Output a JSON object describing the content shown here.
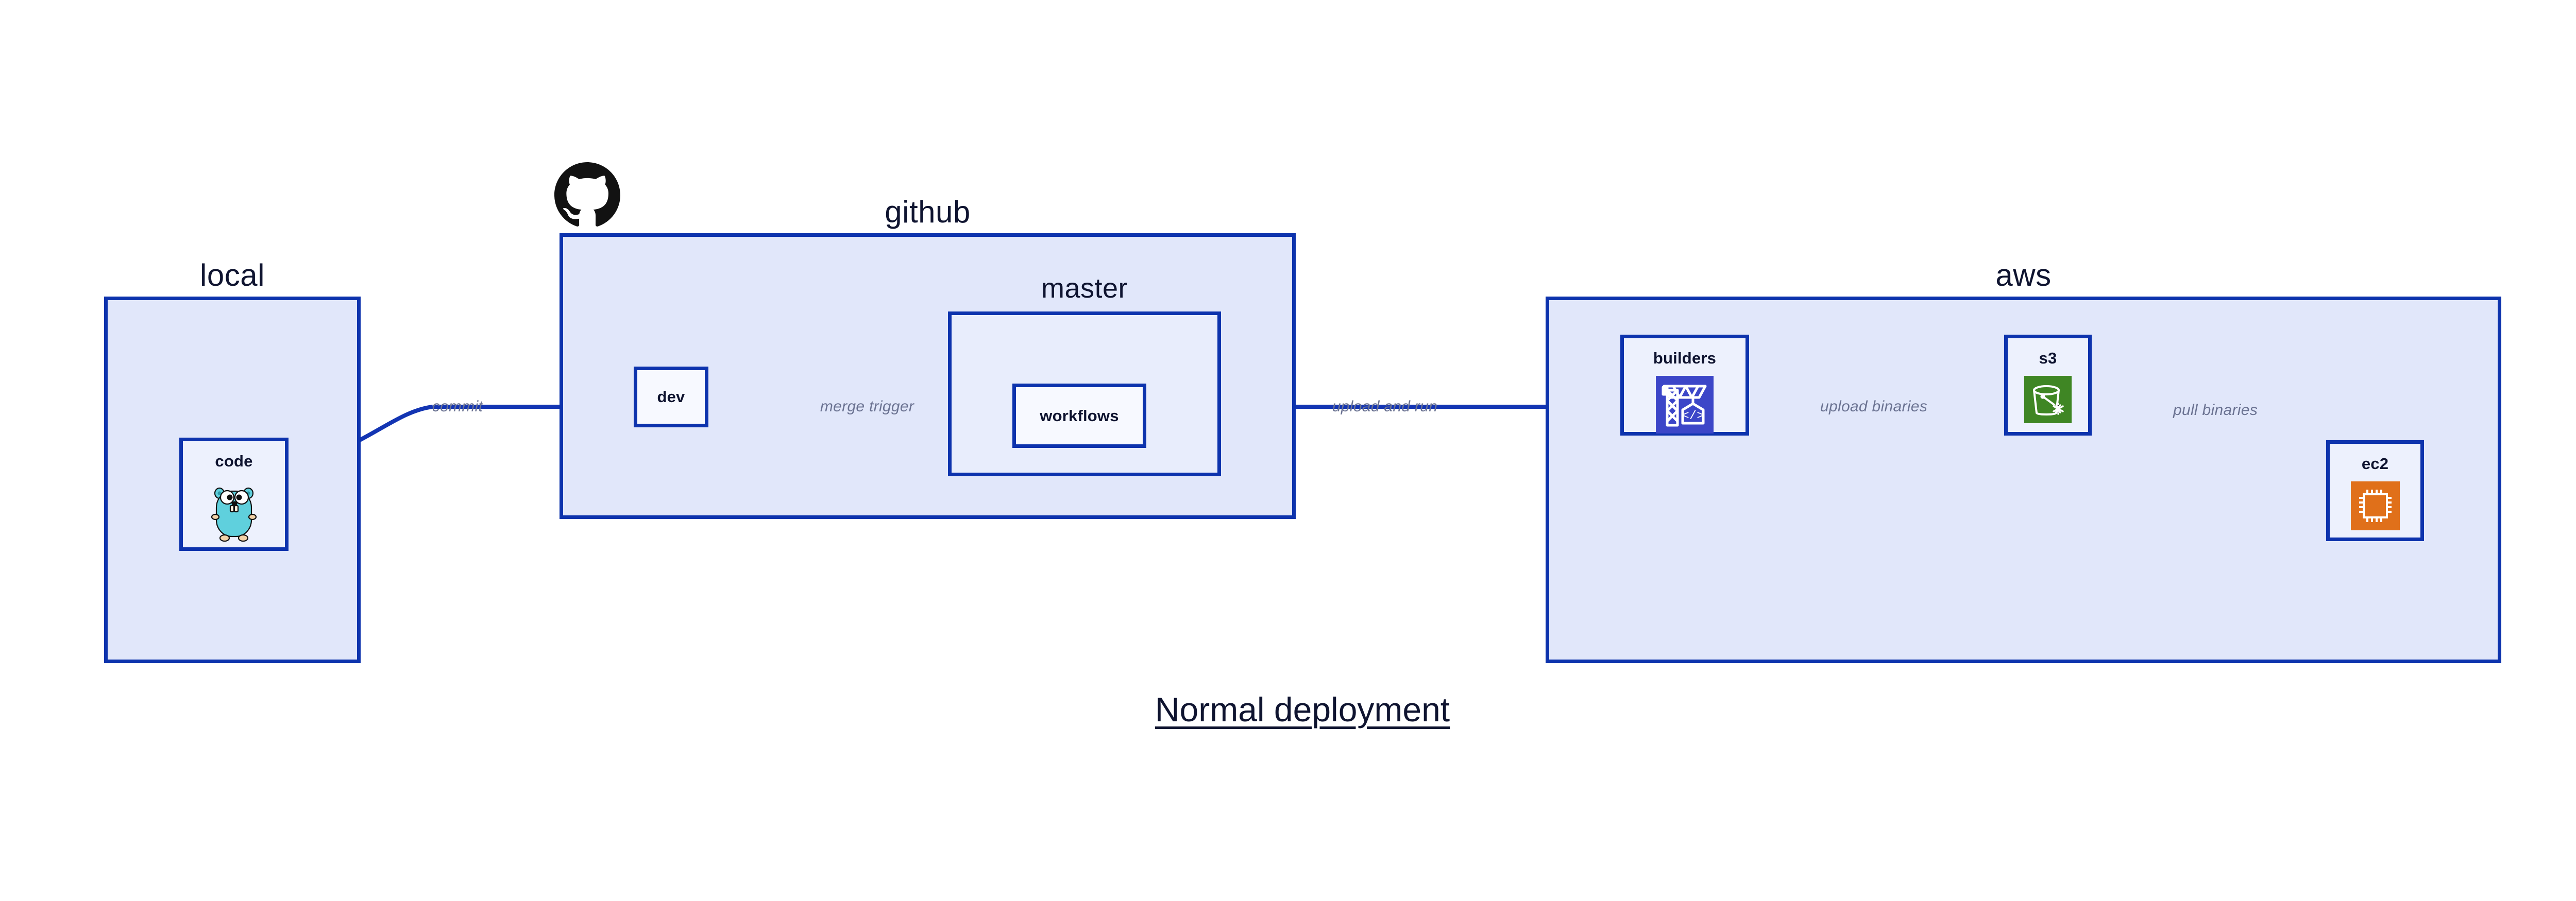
{
  "caption": {
    "text": "Normal deployment"
  },
  "groups": [
    {
      "id": "local",
      "title": "local"
    },
    {
      "id": "github",
      "title": "github"
    },
    {
      "id": "aws",
      "title": "aws"
    }
  ],
  "subgroups": [
    {
      "id": "master",
      "title": "master",
      "parent": "github"
    }
  ],
  "nodes": [
    {
      "id": "code",
      "label": "code",
      "parent": "local",
      "icon": "go-gopher-icon"
    },
    {
      "id": "dev",
      "label": "dev",
      "parent": "github",
      "icon": null
    },
    {
      "id": "workflows",
      "label": "workflows",
      "parent": "master",
      "icon": null
    },
    {
      "id": "builders",
      "label": "builders",
      "parent": "aws",
      "icon": "aws-codebuild-icon"
    },
    {
      "id": "s3",
      "label": "s3",
      "parent": "aws",
      "icon": "aws-s3-glacier-icon"
    },
    {
      "id": "ec2",
      "label": "ec2",
      "parent": "aws",
      "icon": "aws-ec2-icon"
    }
  ],
  "edges": [
    {
      "id": "code-to-dev",
      "from": "code",
      "to": "dev",
      "label": "commit"
    },
    {
      "id": "dev-to-workflows",
      "from": "dev",
      "to": "workflows",
      "label": "merge trigger"
    },
    {
      "id": "workflows-to-builders",
      "from": "workflows",
      "to": "builders",
      "label": "upload and run"
    },
    {
      "id": "builders-to-s3",
      "from": "builders",
      "to": "s3",
      "label": "upload binaries"
    },
    {
      "id": "s3-to-ec2",
      "from": "s3",
      "to": "ec2",
      "label": "pull binaries"
    }
  ],
  "logos": [
    {
      "id": "github-logo",
      "name": "github-octocat-logo"
    }
  ],
  "colors": {
    "group_fill": "#e1e7fa",
    "subgroup_fill": "#e8edfc",
    "node_fill": "#edf1fd",
    "node_plain_fill": "#f7f9ff",
    "border_blue": "#0d33ad",
    "edge_line": "#1335b3",
    "edge_label_text": "#6b7392",
    "title_text": "#0f1430",
    "codebuild_blue": "#3c46c8",
    "s3_green": "#3f8624",
    "ec2_orange": "#e0701a",
    "gopher_cyan": "#5fd0dd"
  }
}
